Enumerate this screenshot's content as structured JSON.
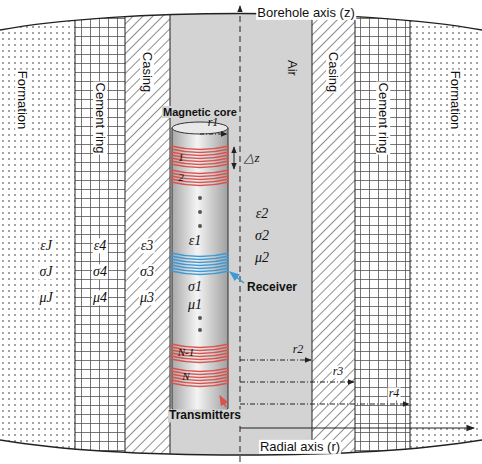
{
  "diagram": {
    "labels": [
      "Borehole axis (z)",
      "Radial axis (r)",
      "Formation",
      "Cement ring",
      "Casing",
      "Air",
      "Casing",
      "Cement ring",
      "Formation",
      "Magnetic core",
      "r1",
      "1",
      "2",
      "△z",
      "ε1",
      "σ1",
      "μ1",
      "ε2",
      "σ2",
      "μ2",
      "Receiver",
      "N-1",
      "N",
      "Transmitters",
      "r2",
      "r3",
      "r4",
      "εJ",
      "σJ",
      "μJ",
      "ε4",
      "σ4",
      "μ4",
      "ε3",
      "σ3",
      "μ3"
    ]
  }
}
